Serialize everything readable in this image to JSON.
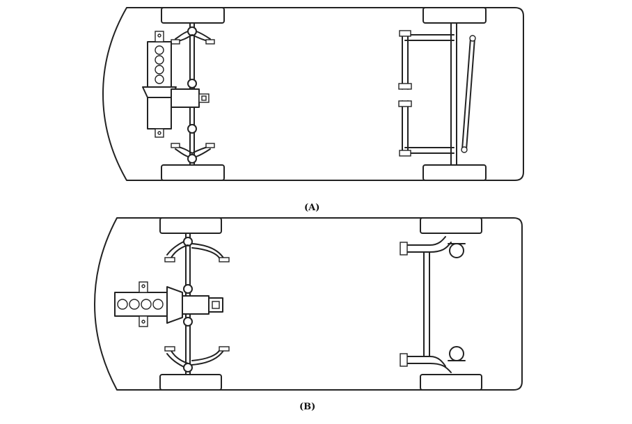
{
  "figure": {
    "panels": [
      {
        "id": "A",
        "caption": "(A)"
      },
      {
        "id": "B",
        "caption": "(B)"
      }
    ],
    "colors": {
      "line": "#222222",
      "background": "#ffffff"
    }
  }
}
